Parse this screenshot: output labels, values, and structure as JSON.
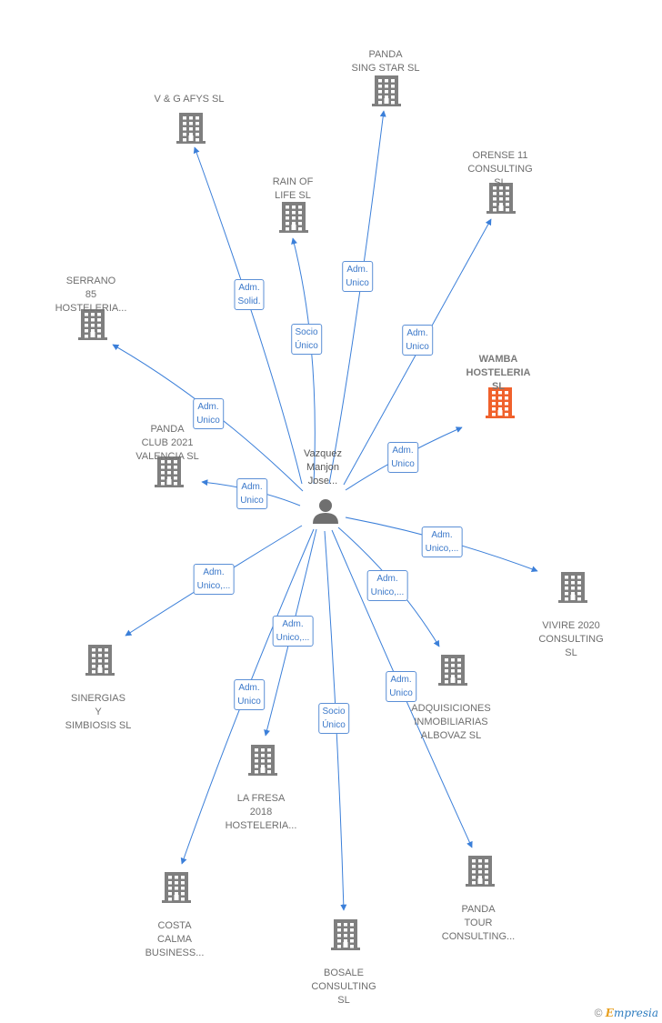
{
  "center": {
    "name": "Vazquez\nManjon\nJose..."
  },
  "nodes": [
    {
      "id": "panda-sing-star",
      "label": "PANDA\nSING STAR  SL",
      "focus": false
    },
    {
      "id": "vg-afys",
      "label": "V & G AFYS  SL",
      "focus": false
    },
    {
      "id": "orense-11",
      "label": "ORENSE 11\nCONSULTING\nSL",
      "focus": false
    },
    {
      "id": "rain-of-life",
      "label": "RAIN OF\nLIFE  SL",
      "focus": false
    },
    {
      "id": "serrano-85",
      "label": "SERRANO\n85\nHOSTELERIA...",
      "focus": false
    },
    {
      "id": "wamba",
      "label": "WAMBA\nHOSTELERIA\nSL",
      "focus": true
    },
    {
      "id": "panda-club",
      "label": "PANDA\nCLUB 2021\nVALENCIA  SL",
      "focus": false
    },
    {
      "id": "vivire-2020",
      "label": "VIVIRE 2020\nCONSULTING\nSL",
      "focus": false
    },
    {
      "id": "sinergias",
      "label": "SINERGIAS\nY\nSIMBIOSIS SL",
      "focus": false
    },
    {
      "id": "adquisiciones",
      "label": "ADQUISICIONES\nINMOBILIARIAS\nALBOVAZ  SL",
      "focus": false
    },
    {
      "id": "la-fresa",
      "label": "LA FRESA\n2018\nHOSTELERIA...",
      "focus": false
    },
    {
      "id": "costa-calma",
      "label": "COSTA\nCALMA\nBUSINESS...",
      "focus": false
    },
    {
      "id": "panda-tour",
      "label": "PANDA\nTOUR\nCONSULTING...",
      "focus": false
    },
    {
      "id": "bosale",
      "label": "BOSALE\nCONSULTING\nSL",
      "focus": false
    }
  ],
  "edges": [
    {
      "to": "vg-afys",
      "role": "Adm.\nSolid."
    },
    {
      "to": "rain-of-life",
      "role": "Socio\nÚnico"
    },
    {
      "to": "panda-sing-star",
      "role": "Adm.\nUnico"
    },
    {
      "to": "orense-11",
      "role": "Adm.\nUnico"
    },
    {
      "to": "serrano-85",
      "role": "Adm.\nUnico"
    },
    {
      "to": "wamba",
      "role": "Adm.\nUnico"
    },
    {
      "to": "panda-club",
      "role": "Adm.\nUnico"
    },
    {
      "to": "vivire-2020",
      "role": "Adm.\nUnico,..."
    },
    {
      "to": "sinergias",
      "role": "Adm.\nUnico,..."
    },
    {
      "to": "adquisiciones",
      "role": "Adm.\nUnico,..."
    },
    {
      "to": "la-fresa",
      "role": "Adm.\nUnico,..."
    },
    {
      "to": "costa-calma",
      "role": "Adm.\nUnico"
    },
    {
      "to": "panda-tour",
      "role": "Adm.\nUnico"
    },
    {
      "to": "bosale",
      "role": "Socio\nÚnico"
    }
  ],
  "colors": {
    "edge": "#3b7fd9",
    "building": "#7f7f7f",
    "building_focus": "#f0612c",
    "person": "#6f6f6f"
  },
  "footer": {
    "copyright": "©",
    "brand_initial": "E",
    "brand_rest": "mpresia"
  }
}
